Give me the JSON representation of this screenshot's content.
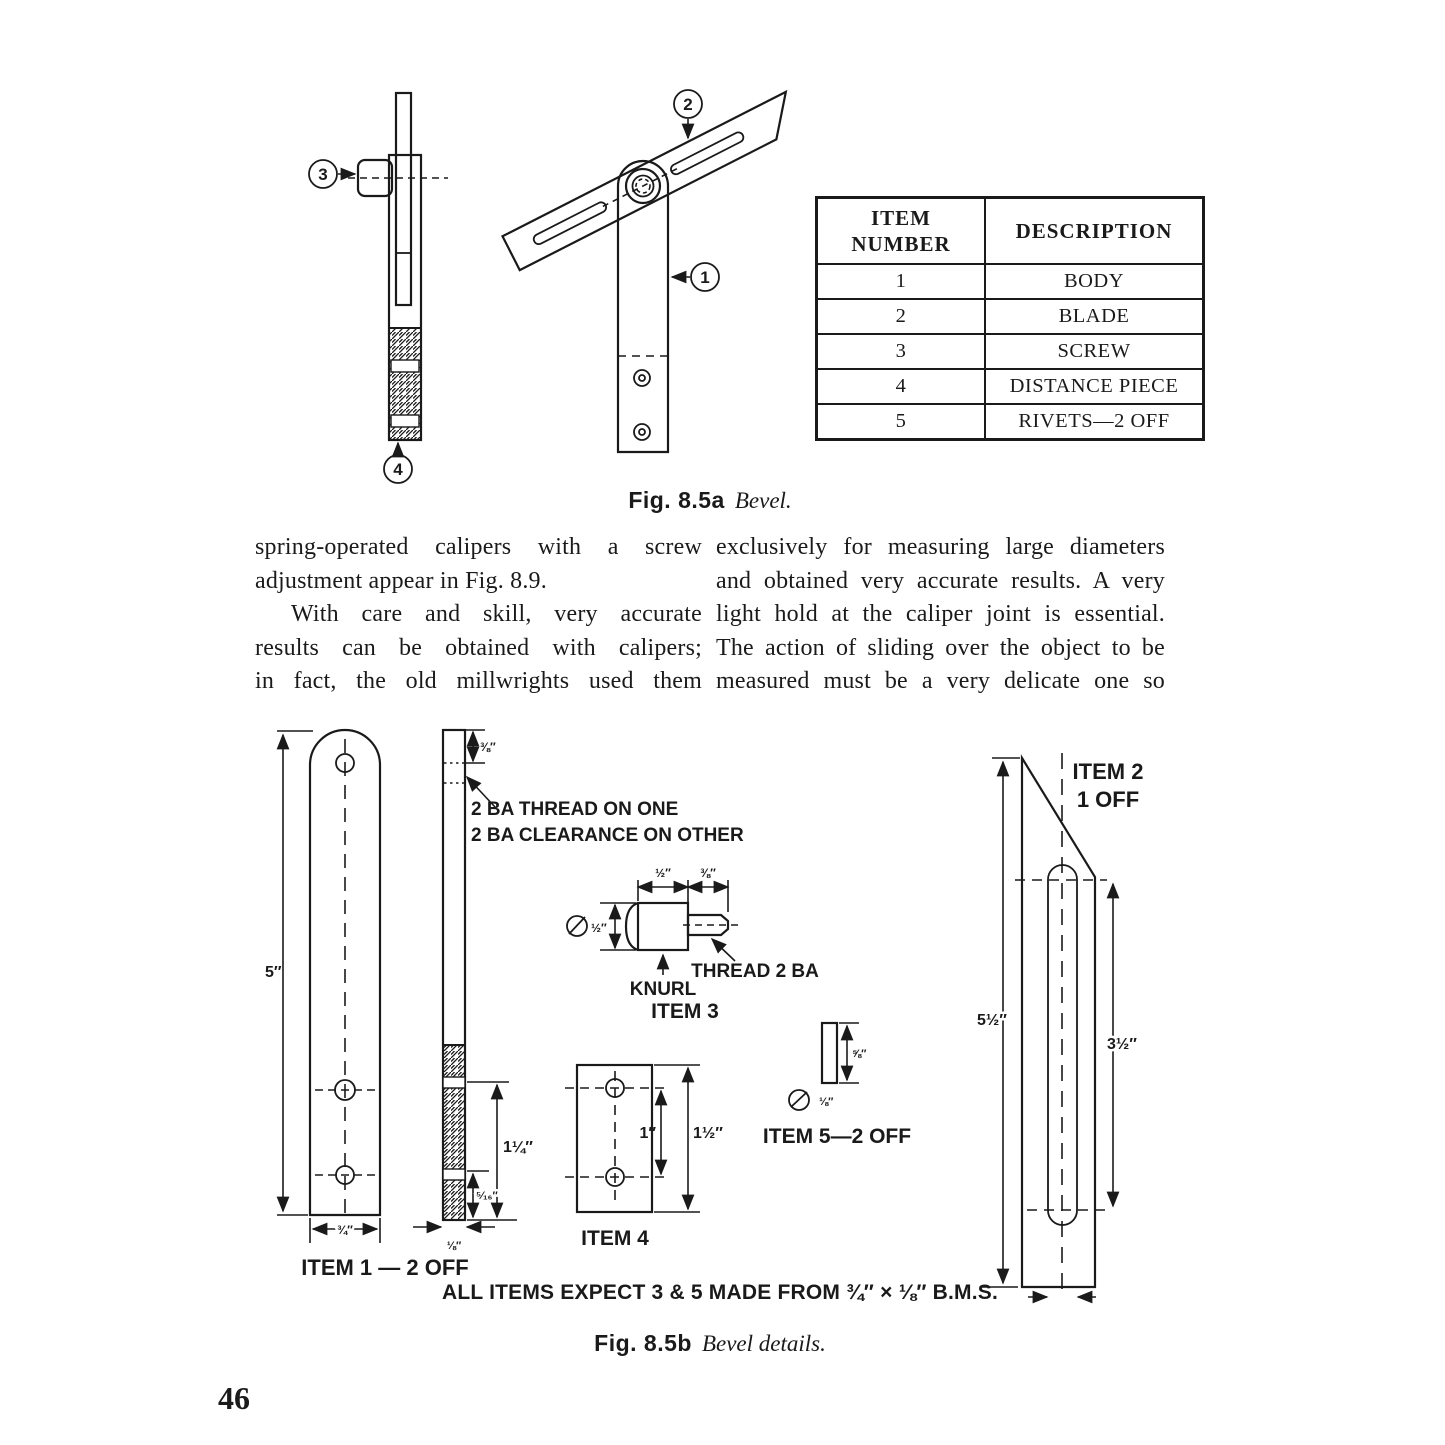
{
  "page_number": "46",
  "fig_a": {
    "caption_label": "Fig. 8.5a",
    "caption_title": "Bevel.",
    "callout_1": "1",
    "callout_2": "2",
    "callout_3": "3",
    "callout_4": "4",
    "table": {
      "header_col1_line1": "ITEM",
      "header_col1_line2": "NUMBER",
      "header_col2": "DESCRIPTION",
      "rows": [
        [
          "1",
          "BODY"
        ],
        [
          "2",
          "BLADE"
        ],
        [
          "3",
          "SCREW"
        ],
        [
          "4",
          "DISTANCE PIECE"
        ],
        [
          "5",
          "RIVETS—2 OFF"
        ]
      ]
    }
  },
  "body_text": {
    "left_column": {
      "para1_lines": [
        "spring-operated calipers with a screw",
        "adjustment appear in Fig. 8.9."
      ],
      "para2_lines": [
        "With care and skill, very accurate",
        "results can be obtained with calipers;",
        "in fact, the old millwrights used them"
      ]
    },
    "right_column": {
      "para1_lines": [
        "exclusively for measuring large diameters",
        "and obtained very accurate results. A very",
        "light hold at the caliper joint is essential.",
        "The action of sliding over the object to be",
        "measured must be a very delicate one so"
      ]
    }
  },
  "fig_b": {
    "caption_label": "Fig. 8.5b",
    "caption_title": "Bevel details.",
    "note": "ALL ITEMS EXPECT 3 & 5 MADE FROM ¾″ × ⅛″ B.M.S.",
    "item1": {
      "label": "ITEM 1 — 2 OFF",
      "dim_length": "5″",
      "dim_width": "¾″",
      "dim_thickness": "⅛″",
      "dim_end": "⅜″",
      "dim_hole_span": "1¼″",
      "dim_hole_offset": "⁵⁄₁₆″",
      "note_line1": "2 BA THREAD ON ONE",
      "note_line2": "2 BA CLEARANCE ON OTHER"
    },
    "item2": {
      "label_line1": "ITEM 2",
      "label_line2": "1 OFF",
      "dim_length": "5½″",
      "dim_slot": "3½″"
    },
    "item3": {
      "label": "ITEM 3",
      "knurl": "KNURL",
      "thread": "THREAD 2 BA",
      "dim_knurl_len": "½″",
      "dim_thread_len": "⅜″",
      "dim_dia": "½″"
    },
    "item4": {
      "label": "ITEM 4",
      "dim_hole_span": "1″",
      "dim_length": "1½″"
    },
    "item5": {
      "label": "ITEM 5—2 OFF",
      "dim_length": "⅝″",
      "dim_dia": "⅛″"
    }
  }
}
